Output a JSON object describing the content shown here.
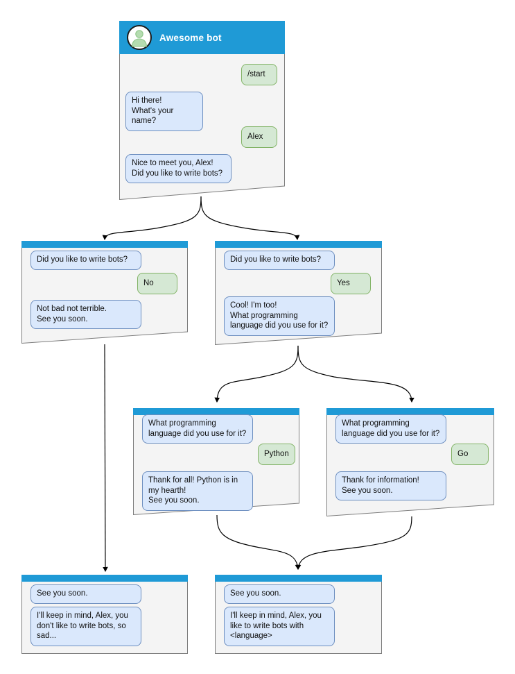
{
  "diagram": {
    "title": "Telegram bot conversation flow",
    "colors": {
      "header_blue": "#1f9ad6",
      "card_bg": "#f4f4f4",
      "card_border": "#7d7d7d",
      "bot_bubble_bg": "#dae8fc",
      "bot_bubble_border": "#6c8ebf",
      "user_bubble_bg": "#d5e8d4",
      "user_bubble_border": "#82b366",
      "connector": "#000000",
      "page_bg": "#ffffff"
    }
  },
  "cards": [
    {
      "id": "start",
      "bot_name": "Awesome bot",
      "avatar_icon": "person-avatar-icon",
      "messages": [
        {
          "from": "user",
          "text": "/start"
        },
        {
          "from": "bot",
          "text": "Hi there!\nWhat's your name?"
        },
        {
          "from": "user",
          "text": "Alex"
        },
        {
          "from": "bot",
          "text": "Nice to meet you, Alex!\nDid you like to write bots?"
        }
      ]
    },
    {
      "id": "answer-no",
      "messages": [
        {
          "from": "bot",
          "text": "Did you like to write bots?"
        },
        {
          "from": "user",
          "text": "No"
        },
        {
          "from": "bot",
          "text": "Not bad not terrible.\nSee you soon."
        }
      ]
    },
    {
      "id": "answer-yes",
      "messages": [
        {
          "from": "bot",
          "text": "Did you like to write bots?"
        },
        {
          "from": "user",
          "text": "Yes"
        },
        {
          "from": "bot",
          "text": "Cool! I'm too!\nWhat programming\nlanguage did you use for it?"
        }
      ]
    },
    {
      "id": "language-python",
      "messages": [
        {
          "from": "bot",
          "text": "What programming\nlanguage did you use for it?"
        },
        {
          "from": "user",
          "text": "Python"
        },
        {
          "from": "bot",
          "text": "Thank for all! Python is in\nmy hearth!\nSee you soon."
        }
      ]
    },
    {
      "id": "language-go",
      "messages": [
        {
          "from": "bot",
          "text": "What programming\nlanguage did you use for it?"
        },
        {
          "from": "user",
          "text": "Go"
        },
        {
          "from": "bot",
          "text": "Thank for information!\nSee you soon."
        }
      ]
    },
    {
      "id": "end-no",
      "messages": [
        {
          "from": "bot",
          "text": "See you soon."
        },
        {
          "from": "bot",
          "text": "I'll keep in mind, Alex, you\ndon't like to write bots, so\nsad..."
        }
      ]
    },
    {
      "id": "end-yes",
      "messages": [
        {
          "from": "bot",
          "text": "See you soon."
        },
        {
          "from": "bot",
          "text": "I'll keep in mind, Alex, you\nlike to write bots with\n<language>"
        }
      ]
    }
  ]
}
